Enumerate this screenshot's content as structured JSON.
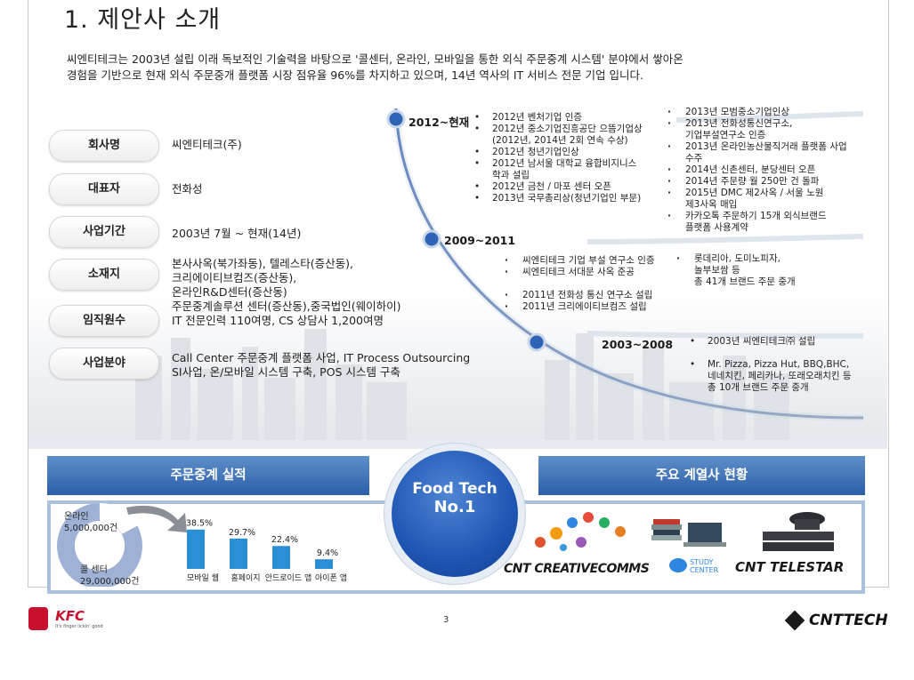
{
  "title": "1. 제안사 소개",
  "intro": {
    "line1": "씨엔티테크는 2003년 설립 이래 독보적인 기술력을 바탕으로 '콜센터, 온라인, 모바일을 통한 외식 주문중계 시스템' 분야에서 쌓아온",
    "line2": "경험을 기반으로 현재 외식 주문중개 플랫폼 시장 점유율 96%를 차지하고 있으며, 14년 역사의 IT 서비스 전문 기업 입니다."
  },
  "profile": [
    {
      "label": "회사명",
      "value": [
        "씨엔티테크(주)"
      ]
    },
    {
      "label": "대표자",
      "value": [
        "전화성"
      ]
    },
    {
      "label": "사업기간",
      "value": [
        "2003년 7월 ~ 현재(14년)"
      ]
    },
    {
      "label": "소재지",
      "value": [
        "본사사옥(북가좌동), 텔레스타(증산동),",
        "크리에이티브컴즈(증산동),",
        "온라인R&D센터(증산동)",
        "주문중계솔루션 센터(증산동),중국법인(웨이하이)"
      ]
    },
    {
      "label": "임직원수",
      "value": [
        "IT 전문인력 110여명, CS 상담사 1,200여명"
      ]
    },
    {
      "label": "사업분야",
      "value": [
        "Call Center 주문중계 플랫폼 사업, IT Process Outsourcing",
        "SI사업, 온/모바일 시스템 구축, POS 시스템 구축"
      ]
    }
  ],
  "timeline": {
    "p2012": {
      "label": "2012~현재",
      "left": [
        "2012년 벤처기업 인증",
        "2012년 중소기업진흥공단 으뜸기업상",
        "(2012년, 2014년 2회 연속 수상)",
        "2012년 청년기업인상",
        "2012년 남서울 대학교 융합비지니스",
        "학과 설립",
        "2012년 금천 / 마포 센터 오픈",
        "2013년 국무총리상(청년기업인 부문)"
      ],
      "right": [
        "2013년 모범중소기업인상",
        "2013년 전화성통신연구소,",
        "기업부설연구소 인증",
        "2013년 온라인농산물직거래 플랫폼 사업",
        "수주",
        "2014년 신촌센터, 분당센터 오픈",
        "2014년 주문량 월 250만 건 돌파",
        "2015년 DMC 제2사옥 / 서울 노원",
        "제3사옥 매입",
        "카카오톡 주문하기 15개 외식브랜드",
        "플랫폼 사용계약"
      ]
    },
    "p2009": {
      "label": "2009~2011",
      "left": [
        "씨엔티테크 기업 부설 연구소 인증",
        "씨엔티테크 서대문 사옥 준공",
        "2011년 전화성 통신 연구소 설립",
        "2011년 크리에이티브컴즈 설립"
      ],
      "right": [
        "롯데리아, 도미노피자,",
        "놀부보쌈 등",
        "총 41개 브랜드 주문 중개"
      ]
    },
    "p2003": {
      "label": "2003~2008",
      "items": [
        "2003년 씨엔티테크㈜ 설립",
        "Mr. Pizza, Pizza Hut, BBQ,BHC,",
        "네네치킨, 페리카나, 또래오래치킨 등",
        "총 10개 브랜드 주문 중개"
      ]
    }
  },
  "banners": {
    "left": "주문중계 실적",
    "right": "주요 계열사 현황"
  },
  "center": {
    "line1": "Food Tech",
    "line2": "No.1"
  },
  "donut": {
    "online_label": "온라인",
    "online_value": "5,000,000건",
    "call_label": "콜 센터",
    "call_value": "29,000,000건",
    "colors": {
      "online": "#ffffff",
      "call": "#9fb2d6"
    }
  },
  "chart_data": {
    "type": "bar",
    "categories": [
      "모바일 웹",
      "홈페이지",
      "안드로이드 앱",
      "아이폰 앱"
    ],
    "values": [
      38.5,
      29.7,
      22.4,
      9.4
    ],
    "value_labels": [
      "38.5%",
      "29.7%",
      "22.4%",
      "9.4%"
    ],
    "ylim": [
      0,
      40
    ],
    "color": "#2b8fd6"
  },
  "affiliates": [
    "CNT CREATIVECOMMS",
    "STUDY",
    "CENTER",
    "CNT TELESTAR"
  ],
  "page_number": "3",
  "footer": {
    "kfc": "KFC",
    "kfc_tagline": "It's finger lickin' good",
    "cnt_logo": "CNTTECH"
  }
}
